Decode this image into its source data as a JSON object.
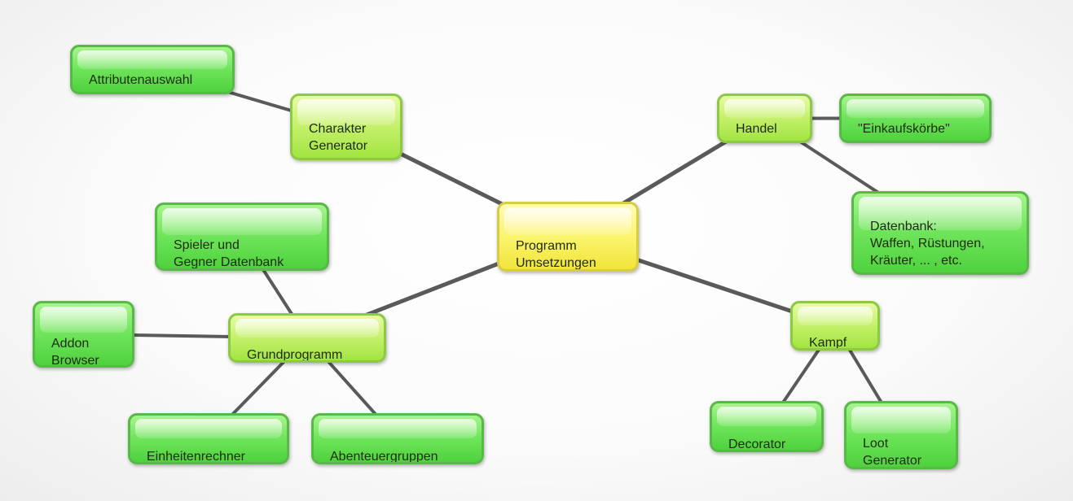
{
  "diagram": {
    "nodes": {
      "center": "Programm\nUmsetzungen",
      "charakter": "Charakter\nGenerator",
      "attribut": "Attributenauswahl",
      "handel": "Handel",
      "einkauf": "\"Einkaufskörbe\"",
      "datenbank": "Datenbank:\nWaffen, Rüstungen,\nKräuter, ... , etc.",
      "kampf": "Kampf",
      "decorator": "Decorator",
      "loot": "Loot\nGenerator",
      "grund": "Grundprogramm",
      "spieler": "Spieler und\nGegner Datenbank",
      "addon": "Addon\nBrowser",
      "einheiten": "Einheitenrechner",
      "abenteuer": "Abenteuergruppen"
    },
    "edges": [
      [
        "center",
        "charakter"
      ],
      [
        "charakter",
        "attribut"
      ],
      [
        "center",
        "handel"
      ],
      [
        "handel",
        "einkauf"
      ],
      [
        "handel",
        "datenbank"
      ],
      [
        "center",
        "kampf"
      ],
      [
        "kampf",
        "decorator"
      ],
      [
        "kampf",
        "loot"
      ],
      [
        "center",
        "grund"
      ],
      [
        "grund",
        "spieler"
      ],
      [
        "grund",
        "addon"
      ],
      [
        "grund",
        "einheiten"
      ],
      [
        "grund",
        "abenteuer"
      ]
    ],
    "colors": {
      "edge": "#5a5a5a",
      "leaf_fill": "#6ee45a",
      "branch_fill": "#c4f06a",
      "center_fill": "#fbf46e"
    }
  }
}
